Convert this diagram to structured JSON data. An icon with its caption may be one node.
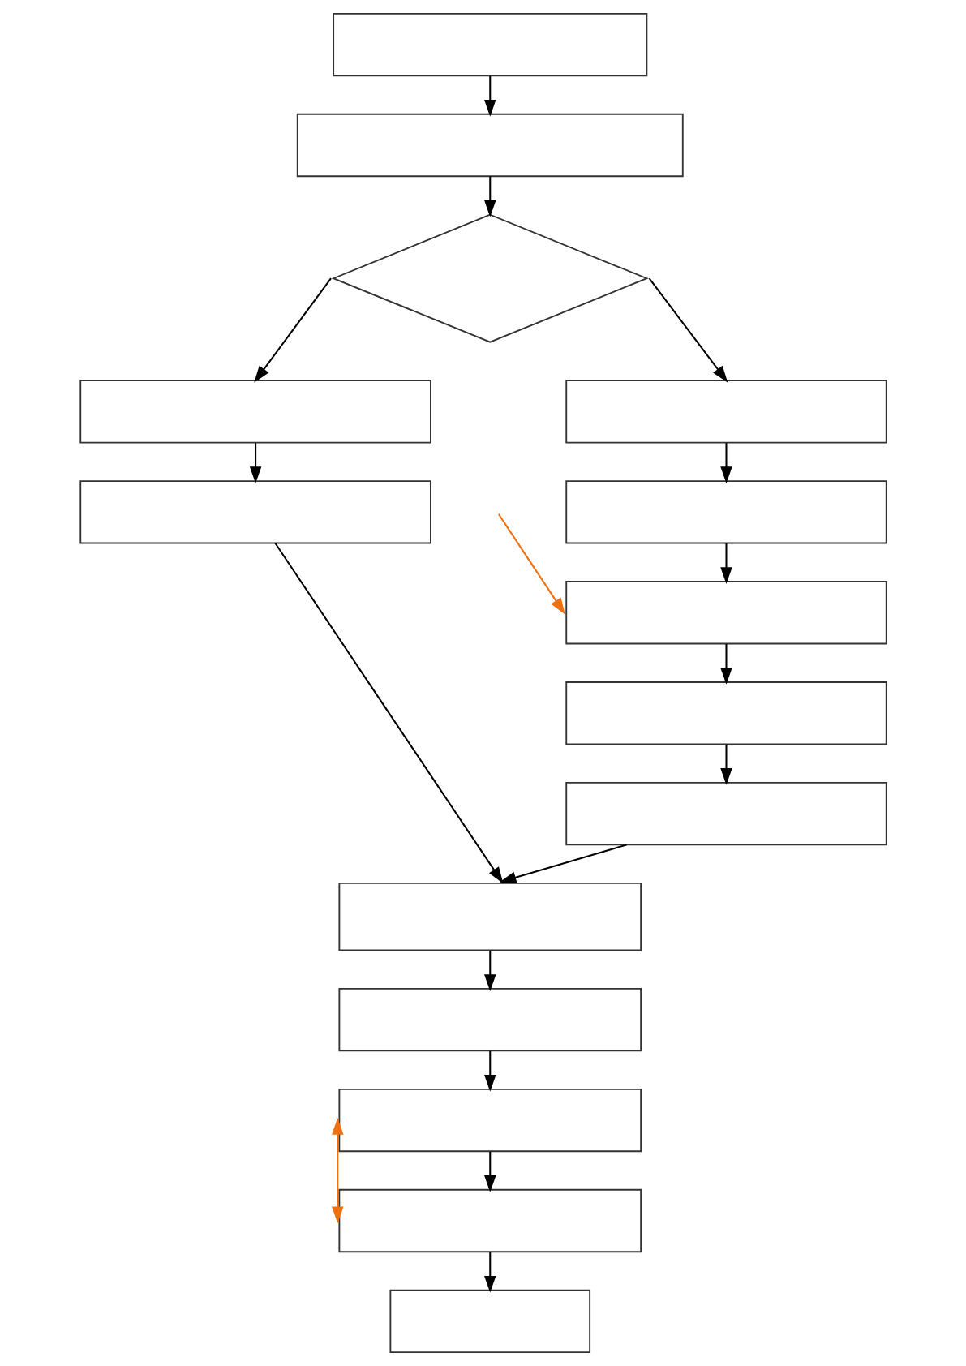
{
  "diagram": {
    "nodes": [
      {
        "text": [],
        "shape": "box"
      },
      {
        "text": [],
        "shape": "box"
      },
      {
        "text": [],
        "shape": "diamond"
      },
      {
        "text": [],
        "shape": "box"
      },
      {
        "text": [],
        "shape": "box"
      },
      {
        "text": [],
        "shape": "box"
      },
      {
        "text": [],
        "shape": "box"
      },
      {
        "text": [],
        "shape": "box"
      },
      {
        "text": [],
        "shape": "box"
      },
      {
        "text": [],
        "shape": "box"
      },
      {
        "text": [],
        "shape": "box"
      },
      {
        "text": [],
        "shape": "box"
      },
      {
        "text": [],
        "shape": "box"
      },
      {
        "text": [],
        "shape": "box"
      },
      {
        "text": [],
        "shape": "box"
      }
    ],
    "edges": [
      {
        "from": 0,
        "to": 1,
        "arrow": "to"
      },
      {
        "from": 1,
        "to": 2,
        "arrow": "to"
      },
      {
        "from": 2,
        "to": 3,
        "arrow": "to"
      },
      {
        "from": 2,
        "to": 5,
        "arrow": "to"
      },
      {
        "from": 3,
        "to": 4,
        "arrow": "to"
      },
      {
        "from": 5,
        "to": 6,
        "arrow": "to"
      },
      {
        "from": 6,
        "to": 7,
        "arrow": "to"
      },
      {
        "from": 7,
        "to": 8,
        "arrow": "to"
      },
      {
        "from": 8,
        "to": 9,
        "arrow": "to"
      },
      {
        "from": 4,
        "to": 10,
        "arrow": "to"
      },
      {
        "from": 9,
        "to": 10,
        "arrow": "to"
      },
      {
        "from": 10,
        "to": 11,
        "arrow": "to"
      },
      {
        "from": 11,
        "to": 12,
        "arrow": "to"
      },
      {
        "from": 12,
        "to": 13,
        "arrow": "to"
      },
      {
        "from": 13,
        "to": 14,
        "arrow": "to"
      },
      {
        "from": null,
        "to": 7,
        "arrow": "to",
        "color": "#ee7011"
      },
      {
        "from": 12,
        "to": 13,
        "arrow": "both",
        "color": "#ee7011"
      }
    ]
  }
}
